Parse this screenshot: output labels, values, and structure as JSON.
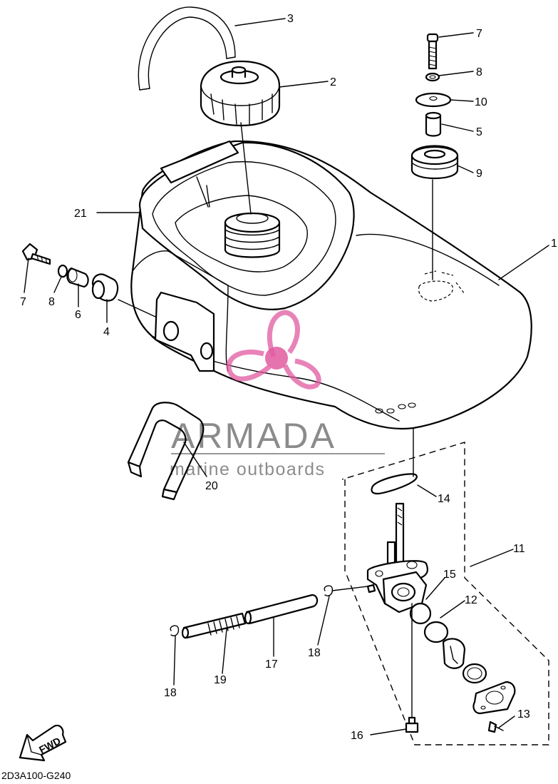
{
  "diagram": {
    "drawing_code": "2D3A100-G240",
    "direction_arrow": "FWD",
    "callouts": [
      "1",
      "2",
      "3",
      "4",
      "5",
      "6",
      "7",
      "8",
      "9",
      "10",
      "11",
      "12",
      "13",
      "14",
      "15",
      "16",
      "17",
      "18",
      "19",
      "20",
      "21"
    ]
  },
  "watermark": {
    "brand": "ARMADA",
    "tagline": "marine outboards",
    "logo_icon": "propeller-logo-icon",
    "logo_color": "#e05aa0"
  }
}
